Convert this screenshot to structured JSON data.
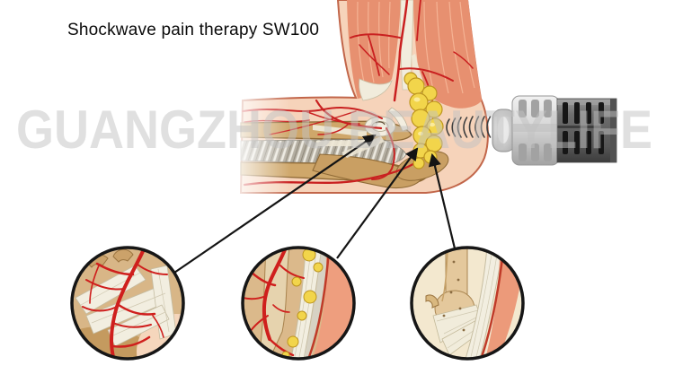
{
  "title": "Shockwave pain therapy SW100",
  "watermark": "GUANGZHOU BEAUTYLIFE",
  "illustration": {
    "subject": "elbow anatomy with shockwave therapy handpiece",
    "detail_views": 3,
    "callout_arrows": 3
  },
  "colors": {
    "background": "#ffffff",
    "title_text": "#0a0a0a",
    "watermark_gray": "#c2c2c2",
    "skin": "#f6d3ba",
    "skin_outline": "#c2664a",
    "muscle_salmon": "#e79070",
    "muscle_striation": "#f5b394",
    "artery_red": "#c92020",
    "bone_tan": "#cfa76a",
    "bone_outline": "#8f6a36",
    "tendon_ivory": "#f2eee0",
    "calcification_yellow": "#f2d54b",
    "calcification_outline": "#bd951f",
    "device_body_gray": "#5f5f5f",
    "device_collar_gray": "#d6d6d6",
    "device_tip_gray": "#c4c4c4",
    "arrow_black": "#141414",
    "circle_border_black": "#161616"
  }
}
